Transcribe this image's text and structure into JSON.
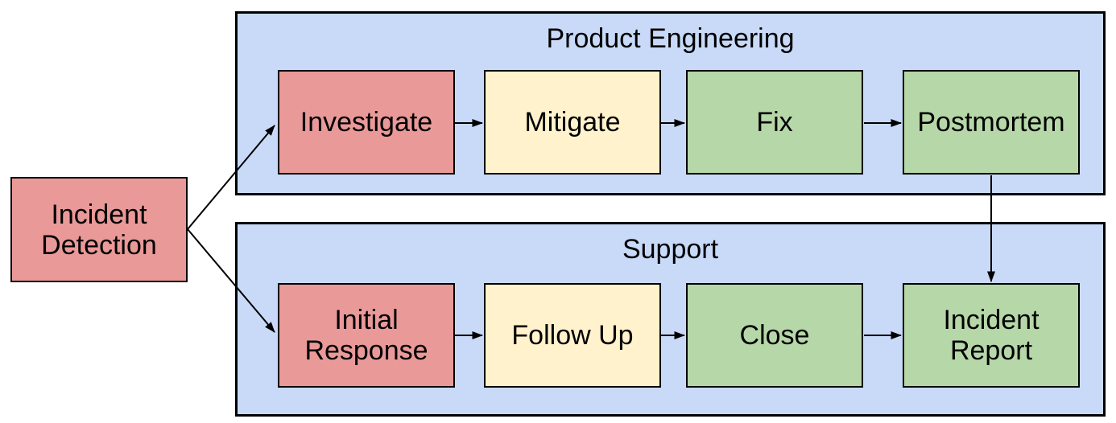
{
  "diagram": {
    "type": "flowchart",
    "palette": {
      "node_red": "#EA9999",
      "node_yellow": "#FFF2CC",
      "node_green": "#B6D7A8",
      "container_blue": "#C9DAF8",
      "border": "#000000",
      "text": "#000000",
      "canvas": "#FFFFFF"
    },
    "standalone_node": {
      "label": "Incident Detection",
      "color": "node_red"
    },
    "groups": [
      {
        "title": "Product Engineering",
        "nodes": [
          {
            "label": "Investigate",
            "color": "node_red"
          },
          {
            "label": "Mitigate",
            "color": "node_yellow"
          },
          {
            "label": "Fix",
            "color": "node_green"
          },
          {
            "label": "Postmortem",
            "color": "node_green"
          }
        ]
      },
      {
        "title": "Support",
        "nodes": [
          {
            "label": "Initial Response",
            "color": "node_red"
          },
          {
            "label": "Follow Up",
            "color": "node_yellow"
          },
          {
            "label": "Close",
            "color": "node_green"
          },
          {
            "label": "Incident Report",
            "color": "node_green"
          }
        ]
      }
    ],
    "edges": [
      {
        "from": "Incident Detection",
        "to": "Investigate"
      },
      {
        "from": "Incident Detection",
        "to": "Initial Response"
      },
      {
        "from": "Investigate",
        "to": "Mitigate"
      },
      {
        "from": "Mitigate",
        "to": "Fix"
      },
      {
        "from": "Fix",
        "to": "Postmortem"
      },
      {
        "from": "Postmortem",
        "to": "Incident Report"
      },
      {
        "from": "Initial Response",
        "to": "Follow Up"
      },
      {
        "from": "Follow Up",
        "to": "Close"
      },
      {
        "from": "Close",
        "to": "Incident Report"
      }
    ]
  }
}
